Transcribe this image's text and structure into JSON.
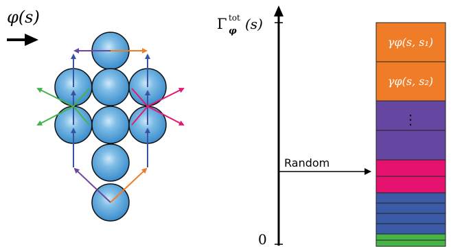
{
  "left_panel": {
    "phi_label": "φ(s)"
  },
  "right_panel": {
    "y_label_main": "Γ",
    "y_label_sub": "φ",
    "y_label_sup": "tot",
    "y_label_arg": "(s)",
    "zero_label": "0",
    "random_label": "Random",
    "stack_labels": [
      "γφ(s, s₁)",
      "γφ(s, s₂)",
      "⋮"
    ]
  },
  "colors": {
    "ball": "#4f9fd3",
    "orange": "#ef7d28",
    "purple": "#6546a0",
    "magenta": "#e5136f",
    "blue": "#3b5aa8",
    "green": "#48b347",
    "arrow_blue": "#3953a4",
    "arrow_purple": "#6a46a0",
    "arrow_orange": "#ef7d28",
    "arrow_green": "#44b24a",
    "arrow_magenta": "#e6176f"
  }
}
